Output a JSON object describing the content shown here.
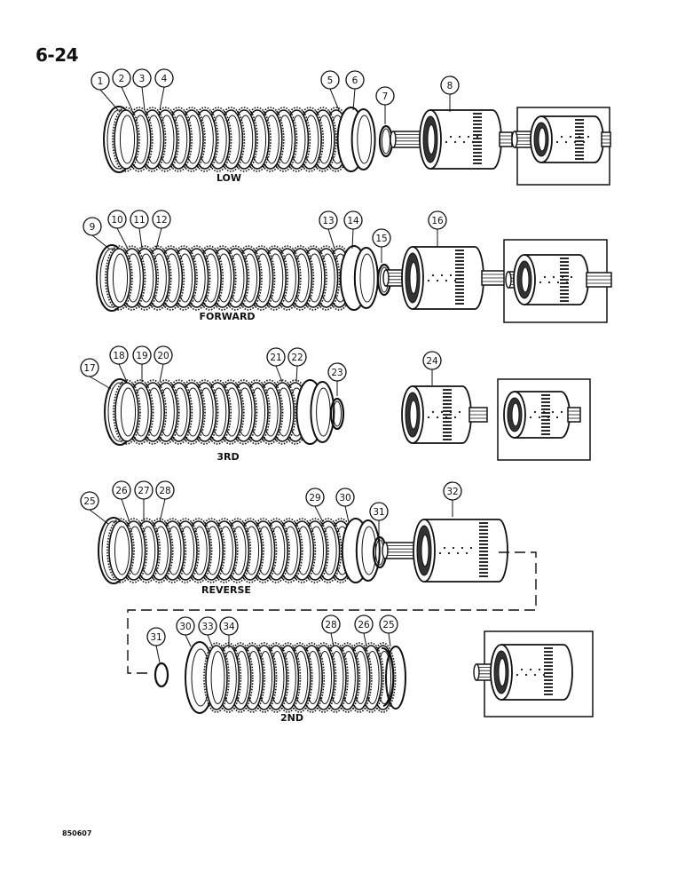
{
  "page_number": "6-24",
  "footer_code": "850607",
  "assemblies": {
    "low": {
      "label": "LOW",
      "callouts": [
        "1",
        "2",
        "3",
        "4",
        "5",
        "6",
        "7",
        "8"
      ]
    },
    "forward": {
      "label": "FORWARD",
      "callouts": [
        "9",
        "10",
        "11",
        "12",
        "13",
        "14",
        "15",
        "16"
      ]
    },
    "third": {
      "label": "3RD",
      "callouts": [
        "17",
        "18",
        "19",
        "20",
        "21",
        "22",
        "23",
        "24"
      ]
    },
    "reverse": {
      "label": "REVERSE",
      "callouts": [
        "25",
        "26",
        "27",
        "28",
        "29",
        "30",
        "31",
        "32"
      ]
    },
    "second": {
      "label": "2ND",
      "callouts": [
        "31",
        "30",
        "33",
        "34",
        "28",
        "26",
        "25"
      ]
    }
  }
}
